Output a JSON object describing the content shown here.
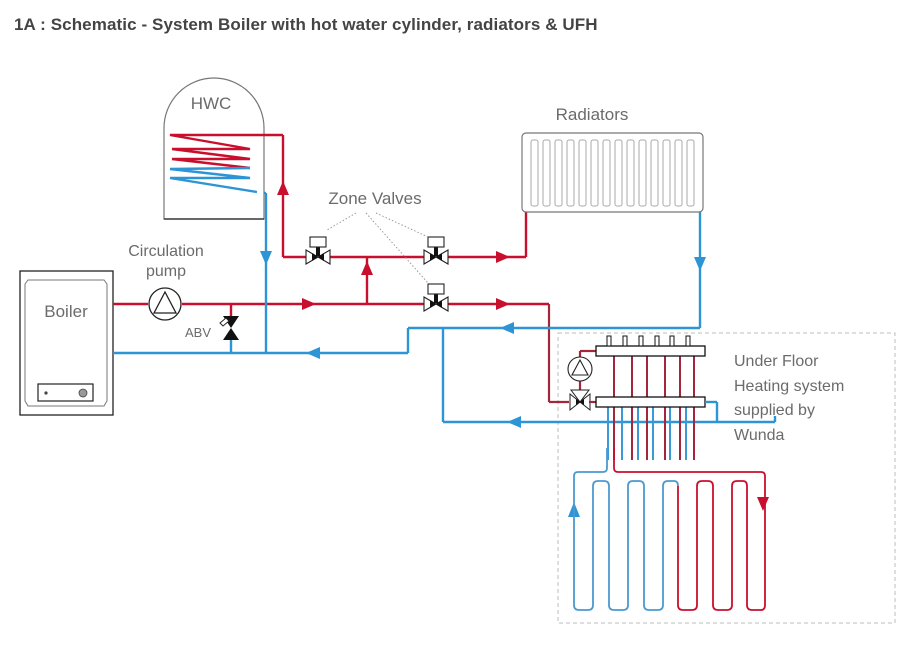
{
  "title": "1A :  Schematic - System Boiler with hot water cylinder, radiators & UFH",
  "labels": {
    "hwc": "HWC",
    "boiler": "Boiler",
    "circulation_pump_line1": "Circulation",
    "circulation_pump_line2": "pump",
    "abv": "ABV",
    "zone_valves": "Zone Valves",
    "radiators": "Radiators",
    "ufh_line1": "Under Floor",
    "ufh_line2": "Heating system",
    "ufh_line3": "supplied by",
    "ufh_line4": "Wunda"
  },
  "colors": {
    "flow_hot": "#c8102e",
    "return_cold": "#2d95d6",
    "outline": "#222222",
    "label_text": "#6b6b6b"
  },
  "components": [
    {
      "name": "boiler",
      "type": "system-boiler"
    },
    {
      "name": "hwc",
      "type": "hot-water-cylinder"
    },
    {
      "name": "circulation-pump",
      "type": "pump"
    },
    {
      "name": "abv",
      "type": "automatic-bypass-valve"
    },
    {
      "name": "zone-valve-hwc",
      "type": "zone-valve"
    },
    {
      "name": "zone-valve-radiators",
      "type": "zone-valve"
    },
    {
      "name": "zone-valve-ufh",
      "type": "zone-valve"
    },
    {
      "name": "radiators",
      "type": "radiator"
    },
    {
      "name": "ufh-manifold",
      "type": "manifold"
    },
    {
      "name": "ufh-pump",
      "type": "pump"
    },
    {
      "name": "ufh-mixing-valve",
      "type": "valve"
    }
  ]
}
